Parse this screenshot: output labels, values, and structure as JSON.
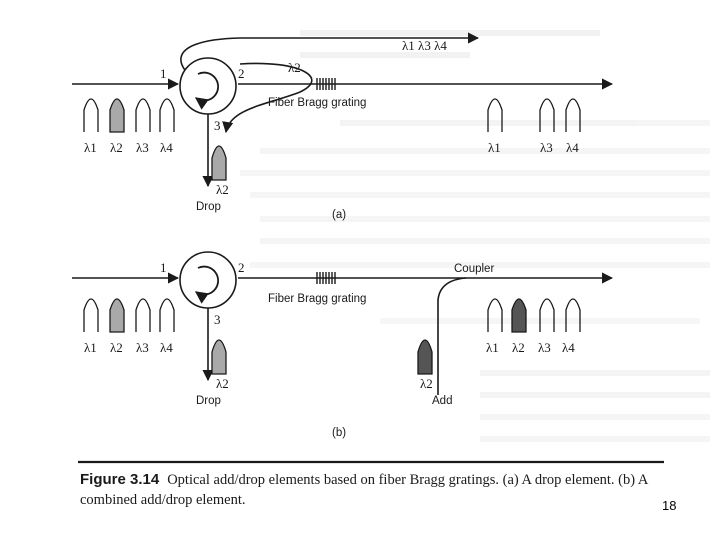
{
  "colors": {
    "paper": "#ffffff",
    "ink": "#1a1a1a",
    "pulse_gray": "#a9a9a9",
    "pulse_dark": "#555555",
    "ghost_text": "#cfcfcf"
  },
  "panel_a": {
    "reflected_label": "λ1 λ3 λ4",
    "dropped_label": "λ2",
    "port_1": "1",
    "port_2": "2",
    "port_3": "3",
    "grating_label": "Fiber Bragg grating",
    "input_wavelengths": [
      "λ1",
      "λ2",
      "λ3",
      "λ4"
    ],
    "output_wavelengths": [
      "λ1",
      "λ3",
      "λ4"
    ],
    "drop_wavelength": "λ2",
    "drop_label": "Drop",
    "panel_tag": "(a)"
  },
  "panel_b": {
    "port_1": "1",
    "port_2": "2",
    "port_3": "3",
    "grating_label": "Fiber Bragg grating",
    "coupler_label": "Coupler",
    "input_wavelengths": [
      "λ1",
      "λ2",
      "λ3",
      "λ4"
    ],
    "output_wavelengths": [
      "λ1",
      "λ2",
      "λ3",
      "λ4"
    ],
    "drop_wavelength": "λ2",
    "drop_label": "Drop",
    "add_wavelength": "λ2",
    "add_label": "Add",
    "panel_tag": "(b)"
  },
  "caption": {
    "figure_label": "Figure 3.14",
    "text": "Optical add/drop elements based on fiber Bragg gratings. (a) A drop element. (b) A combined add/drop element."
  },
  "page_number": "18"
}
